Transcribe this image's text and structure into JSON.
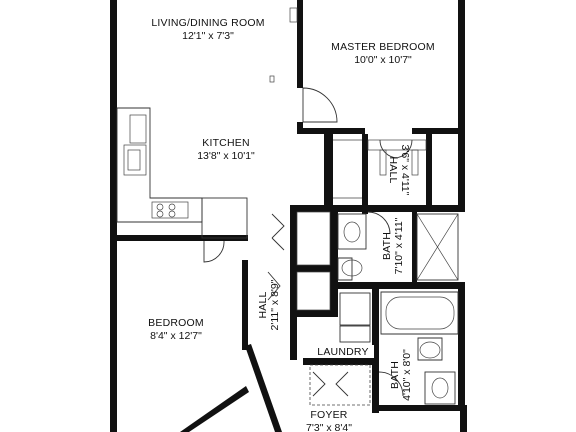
{
  "rooms": {
    "living": {
      "name": "LIVING/DINING ROOM",
      "dims": "12'1\" x 7'3\""
    },
    "master": {
      "name": "MASTER BEDROOM",
      "dims": "10'0\" x 10'7\""
    },
    "kitchen": {
      "name": "KITCHEN",
      "dims": "13'8\" x 10'1\""
    },
    "hall_top": {
      "name": "HALL",
      "dims": "3'6\" x 4'11\""
    },
    "bath_top": {
      "name": "BATH",
      "dims": "7'10\" x 4'11\""
    },
    "bedroom": {
      "name": "BEDROOM",
      "dims": "8'4\" x 12'7\""
    },
    "hall_left": {
      "name": "HALL",
      "dims": "2'11\" x 8'9\""
    },
    "laundry": {
      "name": "LAUNDRY"
    },
    "bath_bottom": {
      "name": "BATH",
      "dims": "4'10\" x 8'0\""
    },
    "foyer": {
      "name": "FOYER",
      "dims": "7'3\" x 8'4\""
    }
  }
}
